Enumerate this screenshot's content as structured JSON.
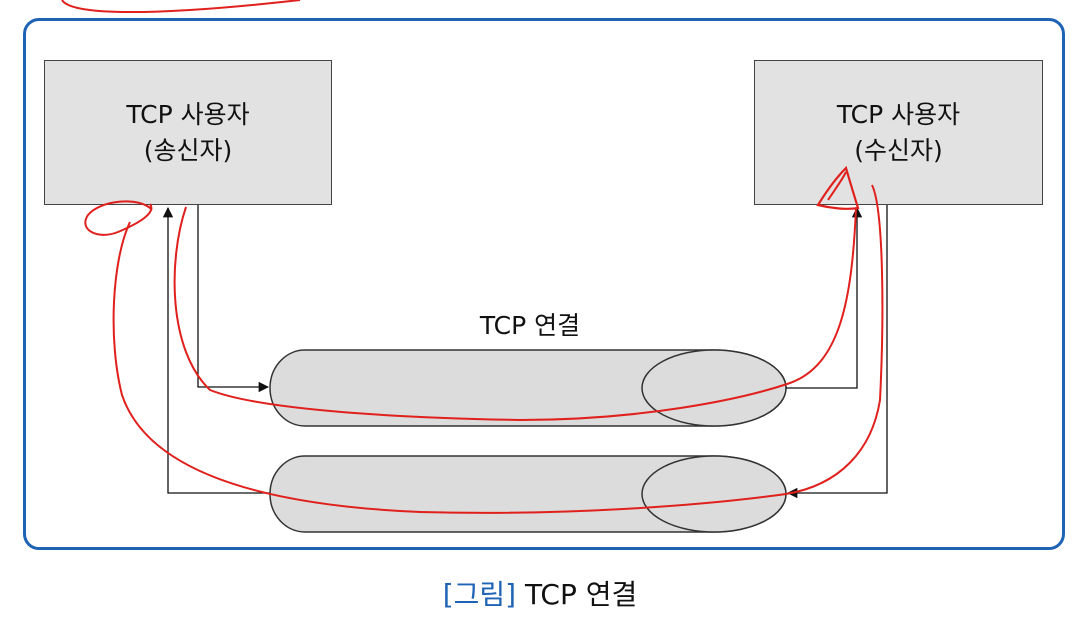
{
  "diagram": {
    "sender": {
      "line1": "TCP 사용자",
      "line2": "(송신자)"
    },
    "receiver": {
      "line1": "TCP 사용자",
      "line2": "(수신자)"
    },
    "connection_label": "TCP 연결"
  },
  "caption": {
    "tag": "[그림]",
    "text": "TCP 연결"
  },
  "colors": {
    "frame": "#1f63b5",
    "box_fill": "#e2e2e2",
    "pipe_fill": "#dcdcdc",
    "annotation": "#e0201c"
  }
}
